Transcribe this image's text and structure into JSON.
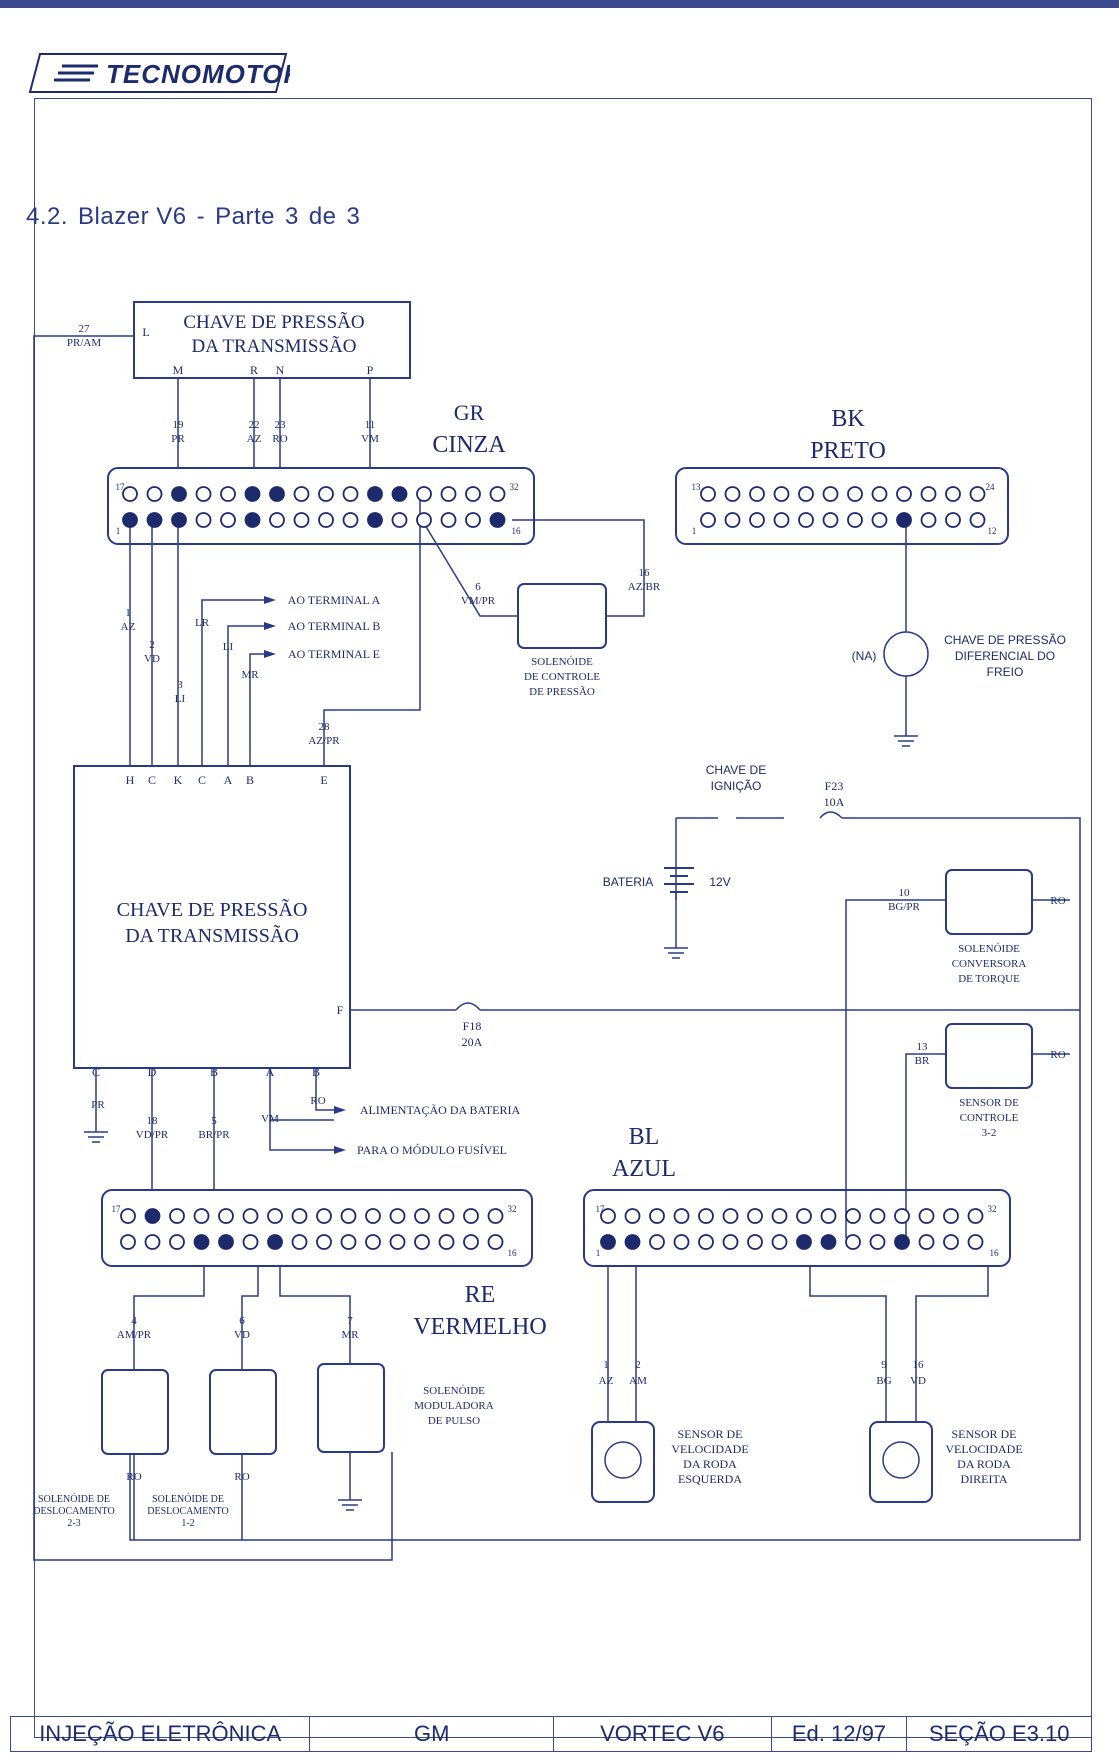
{
  "brand": {
    "logo_text": "TECNOMOTOR"
  },
  "section_title": {
    "number": "4.2.",
    "name": "Blazer V6",
    "dash": "-",
    "part": "Parte",
    "n": "3",
    "de": "de",
    "total": "3"
  },
  "components": {
    "press_switch_top": {
      "line1": "CHAVE DE PRESSÃO",
      "line2": "DA TRANSMISSÃO",
      "pins": [
        "L",
        "M",
        "R",
        "N",
        "P"
      ]
    },
    "gr_connector": {
      "code": "GR",
      "name": "CINZA"
    },
    "bk_connector": {
      "code": "BK",
      "name": "PRETO"
    },
    "bl_connector": {
      "code": "BL",
      "name": "AZUL"
    },
    "re_connector": {
      "code": "RE",
      "name": "VERMELHO"
    },
    "press_switch_main": {
      "line1": "CHAVE DE PRESSÃO",
      "line2": "DA TRANSMISSÃO",
      "top_pins": [
        "H",
        "C",
        "K",
        "C",
        "A",
        "B",
        "E"
      ],
      "bottom_pins": [
        "C",
        "D",
        "B",
        "A",
        "B"
      ],
      "side_pin": "F"
    },
    "solenoid_pressure": {
      "line1": "SOLENÓIDE",
      "line2": "DE CONTROLE",
      "line3": "DE PRESSÃO"
    },
    "brake_switch": {
      "line1": "CHAVE DE PRESSÃO",
      "line2": "DIFERENCIAL DO",
      "line3": "FREIO",
      "state": "(NA)"
    },
    "ignition": {
      "line1": "CHAVE DE",
      "line2": "IGNIÇÃO"
    },
    "battery": {
      "label": "BATERIA",
      "voltage": "12V"
    },
    "fuse_f23": {
      "name": "F23",
      "rating": "10A"
    },
    "fuse_f18": {
      "name": "F18",
      "rating": "20A"
    },
    "torque_solenoid": {
      "line1": "SOLENÓIDE",
      "line2": "CONVERSORA",
      "line3": "DE TORQUE"
    },
    "control_sensor": {
      "line1": "SENSOR DE",
      "line2": "CONTROLE",
      "line3": "3-2"
    },
    "solenoid_23": {
      "line1": "SOLENÓIDE DE",
      "line2": "DESLOCAMENTO",
      "line3": "2-3"
    },
    "solenoid_12": {
      "line1": "SOLENÓIDE DE",
      "line2": "DESLOCAMENTO",
      "line3": "1-2"
    },
    "pwm_solenoid": {
      "line1": "SOLENÓIDE",
      "line2": "MODULADORA",
      "line3": "DE PULSO"
    },
    "wheel_left": {
      "line1": "SENSOR DE",
      "line2": "VELOCIDADE",
      "line3": "DA RODA",
      "line4": "ESQUERDA"
    },
    "wheel_right": {
      "line1": "SENSOR DE",
      "line2": "VELOCIDADE",
      "line3": "DA RODA",
      "line4": "DIREITA"
    }
  },
  "terminals": {
    "a": "AO TERMINAL A",
    "b": "AO TERMINAL B",
    "e": "AO TERMINAL E"
  },
  "arrows": {
    "battery_feed": "ALIMENTAÇÃO DA BATERIA",
    "fuse_module": "PARA O MÓDULO FUSÍVEL"
  },
  "wires": {
    "w27": {
      "num": "27",
      "color": "PR/AM"
    },
    "w19": {
      "num": "19",
      "color": "PR"
    },
    "w22": {
      "num": "22",
      "color": "AZ"
    },
    "w23": {
      "num": "23",
      "color": "RO"
    },
    "w11": {
      "num": "11",
      "color": "VM"
    },
    "w16": {
      "num": "16",
      "color": "AZ/BR"
    },
    "w6": {
      "num": "6",
      "color": "VM/PR"
    },
    "w1": {
      "num": "1",
      "color": "AZ"
    },
    "w2": {
      "num": "2",
      "color": "VD"
    },
    "w3": {
      "num": "3",
      "color": "LI"
    },
    "lr": "LR",
    "li": "LI",
    "mr": "MR",
    "w28": {
      "num": "28",
      "color": "AZ/PR"
    },
    "w10": {
      "num": "10",
      "color": "BG/PR"
    },
    "w13": {
      "num": "13",
      "color": "BR"
    },
    "ro": "RO",
    "pr": "PR",
    "w18": {
      "num": "18",
      "color": "VD/PR"
    },
    "w5": {
      "num": "5",
      "color": "BR/PR"
    },
    "vm": "VM",
    "w4": {
      "num": "4",
      "color": "AM/PR"
    },
    "w6b": {
      "num": "6",
      "color": "VD"
    },
    "w7": {
      "num": "7",
      "color": "MR"
    },
    "wl1": {
      "num": "1",
      "color": "AZ"
    },
    "wl2": {
      "num": "2",
      "color": "AM"
    },
    "w9": {
      "num": "9",
      "color": "BG"
    },
    "w16b": {
      "num": "16",
      "color": "VD"
    }
  },
  "pin_numbers": {
    "p17": "17",
    "p32": "32",
    "p1": "1",
    "p16": "16",
    "p13": "13",
    "p24": "24",
    "p12": "12"
  },
  "footer": {
    "system": "INJEÇÃO ELETRÔNICA",
    "maker": "GM",
    "engine": "VORTEC V6",
    "edition": "Ed. 12/97",
    "section": "SEÇÃO  E3.10"
  }
}
